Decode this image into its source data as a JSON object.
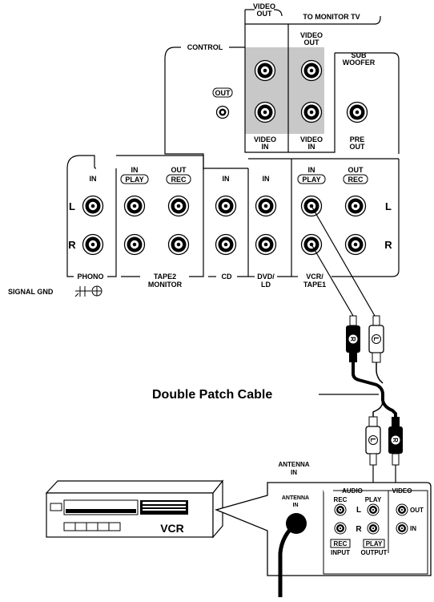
{
  "top_panel": {
    "video_out_top": [
      "VIDEO",
      "OUT"
    ],
    "to_monitor_tv": "TO MONITOR TV",
    "video_out_mon": [
      "VIDEO",
      "OUT"
    ],
    "sub_woofer": [
      "SUB",
      "WOOFER"
    ],
    "control": "CONTROL",
    "out_badge": "OUT",
    "video_in_1": [
      "VIDEO",
      "IN"
    ],
    "video_in_2": [
      "VIDEO",
      "IN"
    ],
    "pre_out": [
      "PRE",
      "OUT"
    ]
  },
  "audio_panel": {
    "phono_in": "IN",
    "tape2_in": "IN",
    "tape2_play": "PLAY",
    "tape2_out": "OUT",
    "tape2_rec": "REC",
    "cd_in": "IN",
    "dvd_in": "IN",
    "vcr_in": "IN",
    "vcr_play": "PLAY",
    "vcr_out": "OUT",
    "vcr_rec": "REC",
    "left_l": "L",
    "left_r": "R",
    "right_l": "L",
    "right_r": "R",
    "phono": "PHONO",
    "tape2_monitor": [
      "TAPE2",
      "MONITOR"
    ],
    "cd": "CD",
    "dvd_ld": [
      "DVD/",
      "LD"
    ],
    "vcr_tape1": [
      "VCR/",
      "TAPE1"
    ],
    "signal_gnd": "SIGNAL GND"
  },
  "cable": {
    "label": "Double Patch Cable",
    "plug_upper_left": "R",
    "plug_upper_right": "L",
    "plug_lower_left": "L",
    "plug_lower_right": "R"
  },
  "vcr": {
    "label": "VCR",
    "antenna_in_outer": [
      "ANTENNA",
      "IN"
    ],
    "antenna_in_inner": [
      "ANTENNA",
      "IN"
    ],
    "audio": "AUDIO",
    "video": "VIDEO",
    "rec": "REC",
    "play": "PLAY",
    "l": "L",
    "r": "R",
    "out": "OUT",
    "in": "IN",
    "rec_input_box": "REC",
    "input": "INPUT",
    "play_output_box": "PLAY",
    "output": "OUTPUT"
  },
  "colors": {
    "ink": "#000000",
    "highlight": "#c8c8c8",
    "background": "#ffffff"
  }
}
